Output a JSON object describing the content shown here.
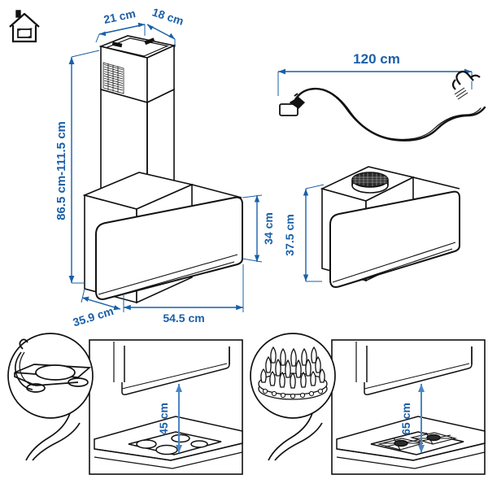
{
  "diagram": {
    "title": "Wall-mounted extractor hood dimensions",
    "background_color": "#ffffff",
    "line_color": "#1a1a1a",
    "dimension_color": "#1a5fa8"
  },
  "icons": {
    "recirculation_house": {
      "name": "recirculation-house-icon",
      "description": "House outline with chimney and internal looping arrows indicating air recirculation mode"
    }
  },
  "main_view": {
    "name": "hood-with-chimney-front-view",
    "dimensions": {
      "chimney_width": "21 cm",
      "chimney_depth": "18 cm",
      "mounting_height_range": "86.5 cm-111.5 cm",
      "body_height": "34 cm",
      "body_depth": "35.9 cm",
      "body_width": "54.5 cm"
    }
  },
  "cable_view": {
    "name": "power-cable-view",
    "length_label": "120 cm",
    "connector_left": "appliance-connector",
    "connector_right": "power-plug"
  },
  "side_view": {
    "name": "hood-ducted-view",
    "height_label": "37.5 cm",
    "outlet": "round-duct-outlet"
  },
  "clearance_panels": [
    {
      "name": "electric-hob-clearance-panel",
      "callout": "electric-hob-surface",
      "distance_label": "45 cm",
      "hob_type": "electric"
    },
    {
      "name": "gas-hob-clearance-panel",
      "callout": "gas-burner-flames",
      "distance_label": "65 cm",
      "hob_type": "gas"
    }
  ]
}
